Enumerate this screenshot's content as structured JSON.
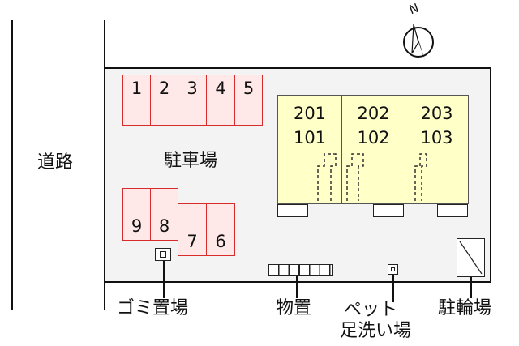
{
  "road_label": "道路",
  "lot_label": "駐車場",
  "parking_spaces": [
    "1",
    "2",
    "3",
    "4",
    "5",
    "9",
    "8",
    "7",
    "6"
  ],
  "units": [
    {
      "upper": "201",
      "lower": "101"
    },
    {
      "upper": "202",
      "lower": "102"
    },
    {
      "upper": "203",
      "lower": "103"
    }
  ],
  "labels": {
    "garbage": "ゴミ置場",
    "storage": "物置",
    "pet_wash_line1": "ペット",
    "pet_wash_line2": "足洗い場",
    "bicycle": "駐輪場"
  },
  "compass": {
    "north": "N"
  },
  "colors": {
    "parking_fill": "#ffe8e8",
    "parking_border": "#d92b2b",
    "building_fill": "#ffffc8",
    "lot_fill": "#f3f3f3"
  }
}
